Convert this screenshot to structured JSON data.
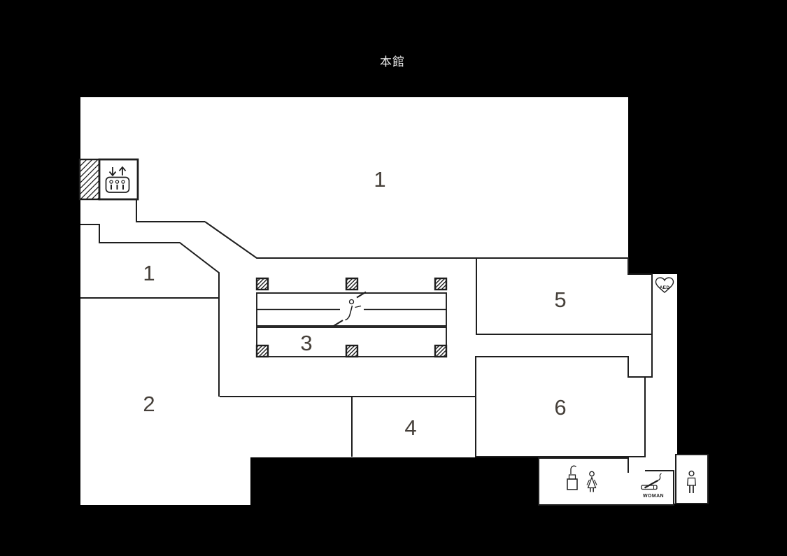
{
  "page_title": "本館",
  "floorplan": {
    "rooms": [
      {
        "id": "room-1",
        "label": "1"
      },
      {
        "id": "corridor-1",
        "label": "1"
      },
      {
        "id": "room-2",
        "label": "2"
      },
      {
        "id": "room-3",
        "label": "3"
      },
      {
        "id": "room-4",
        "label": "4"
      },
      {
        "id": "room-5",
        "label": "5"
      },
      {
        "id": "room-6",
        "label": "6"
      }
    ],
    "aed_label": "AED",
    "smoking_room_label": "WOMAN",
    "icons": [
      "elevator-icon",
      "escalator-icon",
      "aed-heart-icon",
      "lipstick-icon",
      "woman-figure-icon",
      "cigarette-icon",
      "man-figure-icon"
    ],
    "colors": {
      "background": "#000000",
      "floor": "#ffffff",
      "wall": "#1e1e1e",
      "room_number": "#46403a",
      "title": "#f0f0f0"
    }
  }
}
